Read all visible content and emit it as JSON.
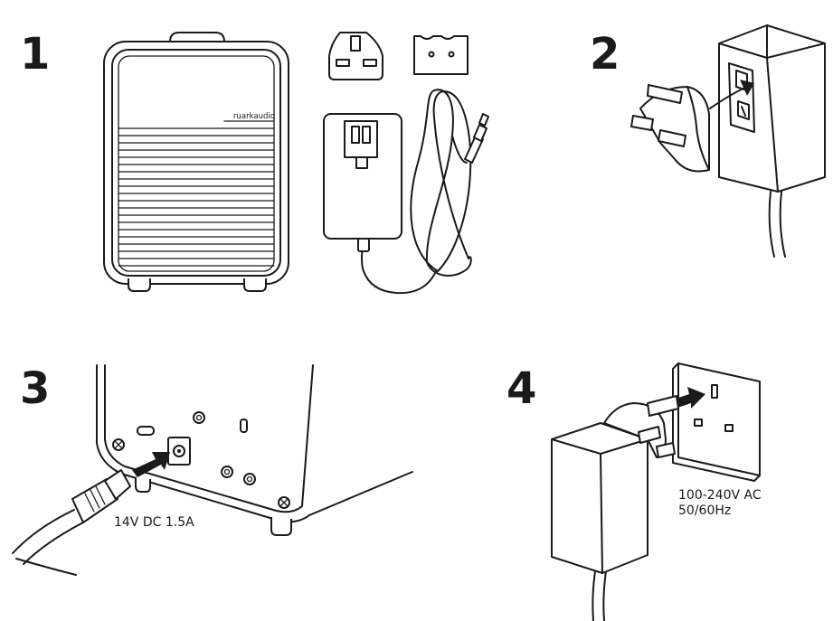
{
  "steps": [
    {
      "number": "1"
    },
    {
      "number": "2"
    },
    {
      "number": "3"
    },
    {
      "number": "4"
    }
  ],
  "radio": {
    "brand_logo": "ruarkaudio"
  },
  "step3": {
    "power_input_label": "14V DC 1.5A"
  },
  "step4": {
    "voltage_label": "100-240V AC",
    "frequency_label": "50/60Hz"
  }
}
